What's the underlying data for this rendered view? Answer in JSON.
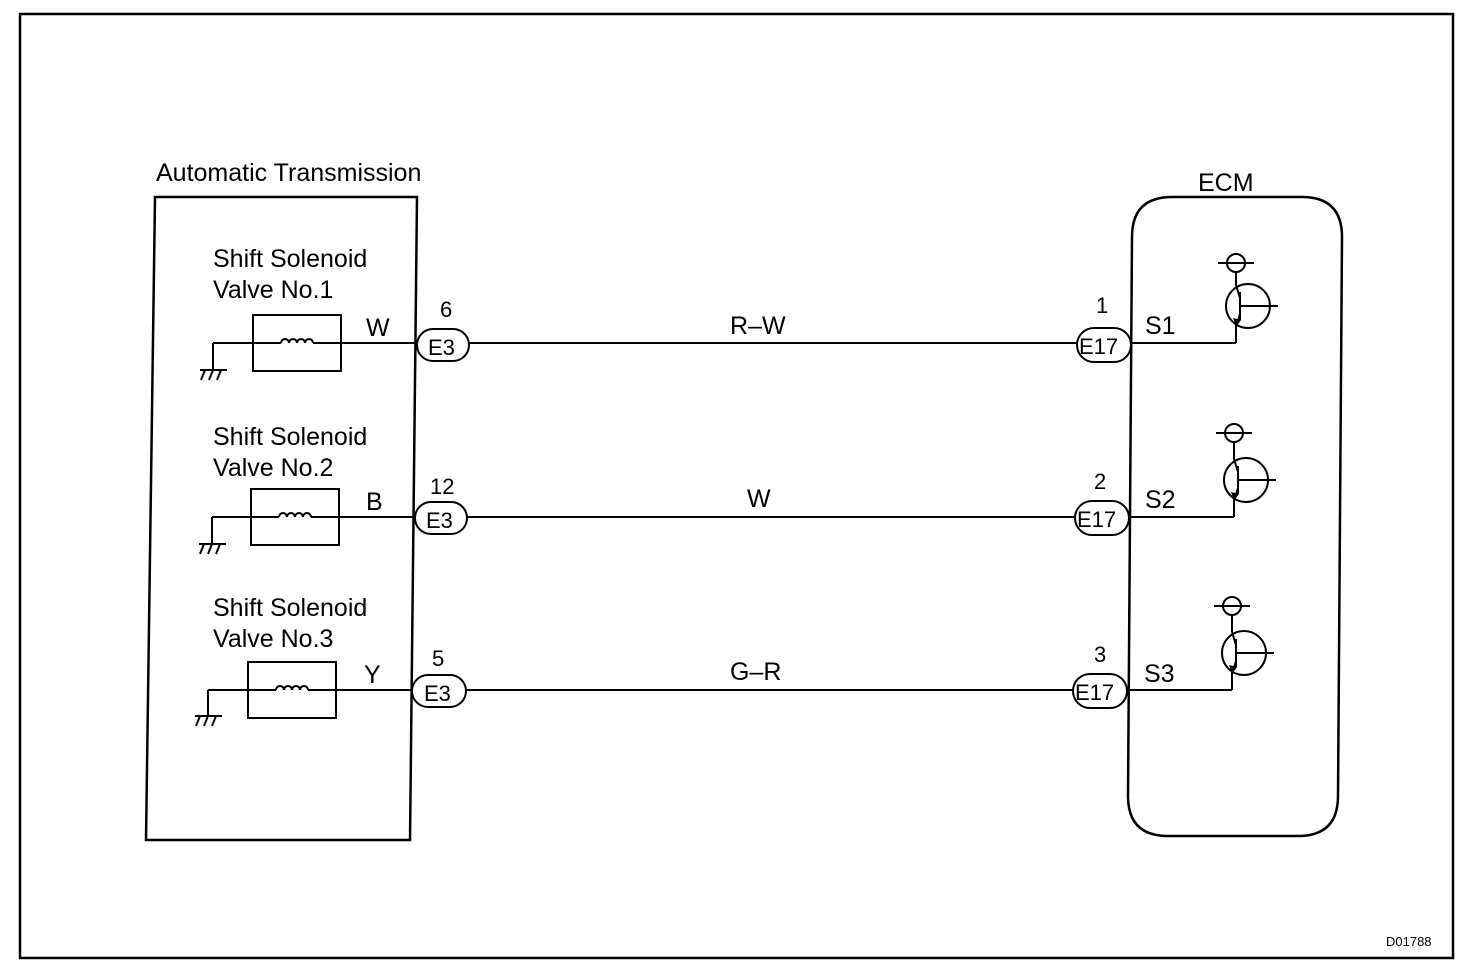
{
  "transmission": {
    "title": "Automatic Transmission",
    "valves": [
      {
        "name_line1": "Shift Solenoid",
        "name_line2": "Valve No.1",
        "wire_color": "W",
        "pin": "6",
        "connector": "E3"
      },
      {
        "name_line1": "Shift Solenoid",
        "name_line2": "Valve No.2",
        "wire_color": "B",
        "pin": "12",
        "connector": "E3"
      },
      {
        "name_line1": "Shift Solenoid",
        "name_line2": "Valve No.3",
        "wire_color": "Y",
        "pin": "5",
        "connector": "E3"
      }
    ]
  },
  "harness": {
    "wires": [
      {
        "color": "R–W"
      },
      {
        "color": "W"
      },
      {
        "color": "G–R"
      }
    ]
  },
  "ecm": {
    "title": "ECM",
    "terminals": [
      {
        "pin": "1",
        "connector": "E17",
        "signal": "S1"
      },
      {
        "pin": "2",
        "connector": "E17",
        "signal": "S2"
      },
      {
        "pin": "3",
        "connector": "E17",
        "signal": "S3"
      }
    ]
  },
  "figure_code": "D01788"
}
